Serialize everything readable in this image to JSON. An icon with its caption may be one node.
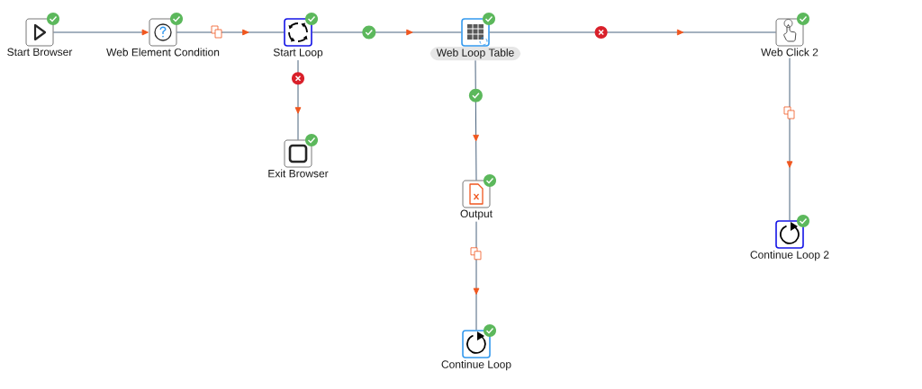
{
  "diagram": {
    "nodes": [
      {
        "text": [
          "Start Browser"
        ]
      },
      {
        "text": [
          "Web Element Condition"
        ]
      },
      {
        "text": [
          "Start Loop"
        ]
      },
      {
        "text": [
          "Web Loop Table"
        ]
      },
      {
        "text": [
          "Web Click 2"
        ]
      },
      {
        "text": [
          "Exit Browser"
        ]
      },
      {
        "text": [
          "Output"
        ]
      },
      {
        "text": [
          "Continue Loop"
        ]
      },
      {
        "text": [
          "Continue Loop 2"
        ]
      }
    ],
    "edges": [
      {
        "from": 0,
        "to": 1,
        "arrow": "to"
      },
      {
        "from": 1,
        "to": 2,
        "arrow": "to"
      },
      {
        "from": 2,
        "to": 3,
        "arrow": "to"
      },
      {
        "from": 3,
        "to": 4,
        "arrow": "to"
      },
      {
        "from": 2,
        "to": 5,
        "arrow": "to"
      },
      {
        "from": 3,
        "to": 6,
        "arrow": "to"
      },
      {
        "from": 6,
        "to": 7,
        "arrow": "to"
      },
      {
        "from": 4,
        "to": 8,
        "arrow": "to"
      }
    ]
  }
}
